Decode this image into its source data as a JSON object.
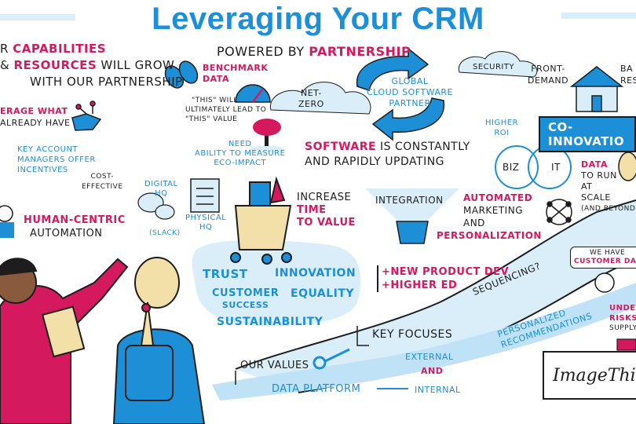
{
  "title": "Leveraging Your CRM",
  "capabilities": {
    "line1_prefix": "r",
    "line1_accent": "Capabilities",
    "line2_prefix": "&",
    "line2_accent": "Resources",
    "line2_rest": "will grow",
    "line3": "with our partnership"
  },
  "leverage": {
    "line1": "erage what",
    "line2": "already have"
  },
  "key_account": {
    "line1": "Key Account",
    "line2": "managers offer",
    "line3": "incentives"
  },
  "cost_effective": {
    "line1": "cost-",
    "line2": "effective"
  },
  "human_centric": {
    "accent": "Human-centric",
    "rest": "automation"
  },
  "benchmark": {
    "title_line1": "Benchmark",
    "title_line2": "data",
    "note_line1": "\"This\" will",
    "note_line2": "ultimately lead to",
    "note_line3": "\"this\" value"
  },
  "powered": {
    "prefix": "Powered by",
    "accent": "Partnership"
  },
  "net_zero": {
    "line1": "Net-",
    "line2": "Zero"
  },
  "global": {
    "line1": "Global",
    "line2": "Cloud Software",
    "line3": "Partner"
  },
  "security": "Security",
  "front_demand": {
    "line1": "Front-",
    "line2": "Demand"
  },
  "back_resources": {
    "line1": "Ba",
    "line2": "Reso"
  },
  "co_innovation": "Co-Innovatio",
  "higher_roi": {
    "line1": "Higher",
    "line2": "ROI"
  },
  "venn": {
    "left": "BIZ",
    "right": "IT"
  },
  "data_to_run": {
    "line1": "Data",
    "line2": "to run",
    "line3": "at",
    "line4": "scale",
    "line5": "(and beyond"
  },
  "measure": {
    "line1": "Need",
    "line2": "ability to measure",
    "line3": "eco-impact"
  },
  "software": {
    "accent": "Software",
    "rest1": "is constantly",
    "rest2": "and rapidly updating"
  },
  "digital_hq": {
    "line1": "Digital",
    "line2": "HQ",
    "slack": "(Slack)"
  },
  "physical_hq": {
    "line1": "Physical",
    "line2": "HQ"
  },
  "time_to_value": {
    "line1": "Increase",
    "line2": "time",
    "line3": "to value"
  },
  "integration": "Integration",
  "automated": {
    "line1": "Automated",
    "line2": "marketing",
    "line3": "and",
    "line4": "personalization"
  },
  "values": {
    "trust": "Trust",
    "innovation": "Innovation",
    "customer_success_1": "Customer",
    "customer_success_2": "success",
    "equality": "Equality",
    "sustainability": "Sustainability"
  },
  "new_product": {
    "line1": "+New Product Dev",
    "line2": "+Higher Ed"
  },
  "sequencing": "Sequencing?",
  "key_focuses": "Key Focuses",
  "our_values": "Our Values",
  "external": "External",
  "and": "and",
  "internal": "Internal",
  "data_platform": "Data Platform",
  "personalized": {
    "line1": "Personalized",
    "line2": "Recommendations"
  },
  "we_have": {
    "line1": "We have",
    "line2": "customer dat"
  },
  "understand": {
    "line1": "Understa",
    "line2": "risks al",
    "line3": "supply c"
  },
  "signature": "ImageThink",
  "colors": {
    "blue": "#1c8fd6",
    "pink": "#d5195f",
    "ink": "#1d1d1d",
    "pale": "#d9eef9"
  }
}
